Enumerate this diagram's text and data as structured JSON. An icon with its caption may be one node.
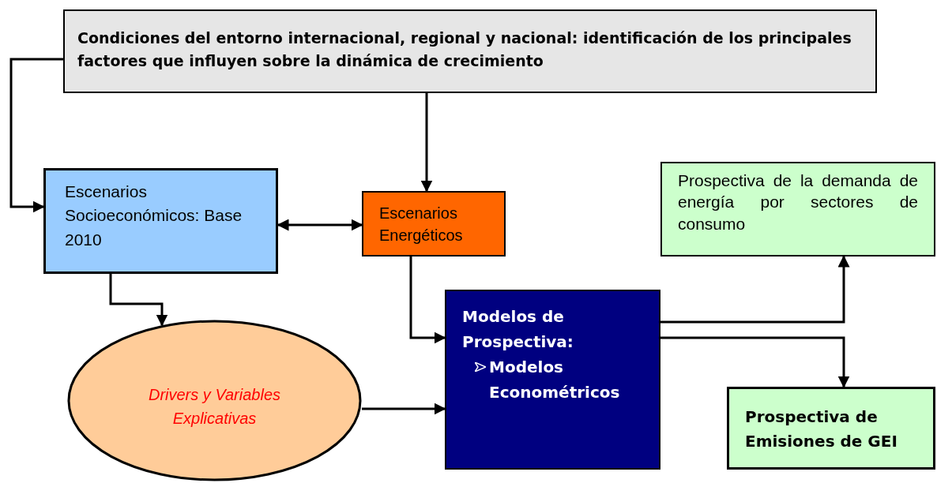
{
  "diagram": {
    "nodes": [
      {
        "text": [
          "Condiciones del entorno internacional, regional y nacional: identificación de los principales factores que influyen sobre la dinámica de crecimiento"
        ]
      },
      {
        "text": [
          "Escenarios Socioeconómicos: Base 2010"
        ]
      },
      {
        "text": [
          "Escenarios Energéticos"
        ]
      },
      {
        "text": [
          "Prospectiva de la demanda de energía por sectores de consumo"
        ]
      },
      {
        "text": [
          "Drivers y Variables Explicativas"
        ]
      },
      {
        "text": [
          "Modelos de Prospectiva:",
          "Modelos Econométricos"
        ]
      },
      {
        "text": [
          "Prospectiva de Emisiones de GEI"
        ]
      }
    ],
    "edges": [
      {
        "from": 0,
        "to": 1,
        "arrow": "to"
      },
      {
        "from": 0,
        "to": 2,
        "arrow": "to"
      },
      {
        "from": 1,
        "to": 2,
        "arrow": "both"
      },
      {
        "from": 1,
        "to": 4,
        "arrow": "to"
      },
      {
        "from": 2,
        "to": 5,
        "arrow": "to"
      },
      {
        "from": 4,
        "to": 5,
        "arrow": "to"
      },
      {
        "from": 5,
        "to": 3,
        "arrow": "to"
      },
      {
        "from": 5,
        "to": 6,
        "arrow": "to"
      }
    ]
  }
}
